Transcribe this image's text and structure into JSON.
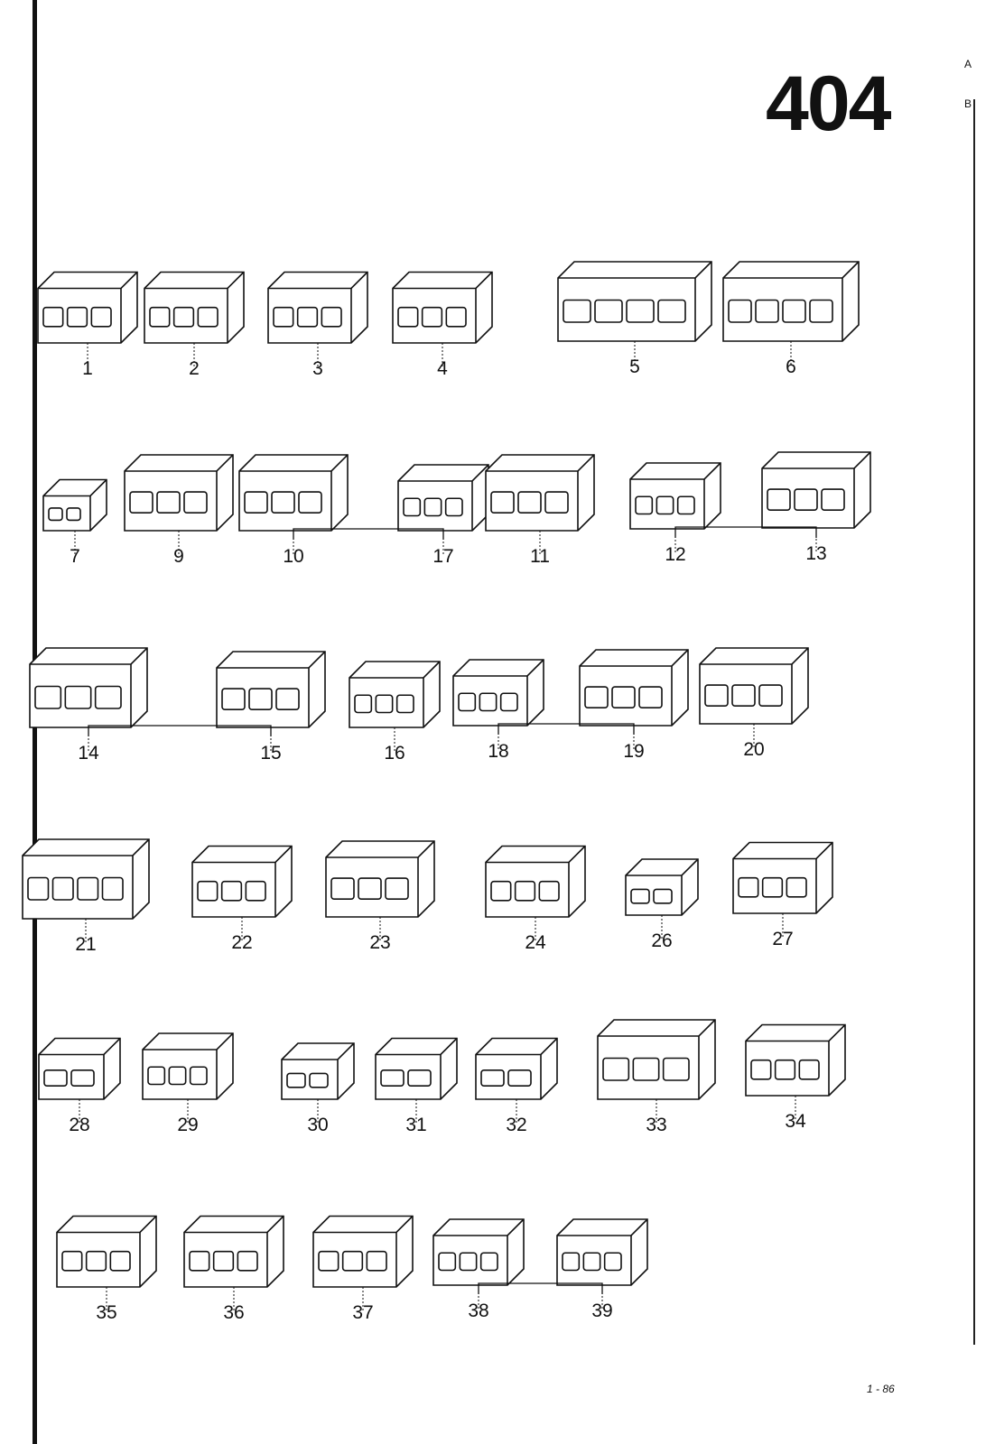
{
  "page_number": "404",
  "margin_markers": [
    "A",
    "B"
  ],
  "footer_code": "1 - 86",
  "parts": [
    "1",
    "2",
    "3",
    "4",
    "5",
    "6",
    "7",
    "9",
    "10",
    "17",
    "11",
    "12",
    "13",
    "14",
    "15",
    "16",
    "18",
    "19",
    "20",
    "21",
    "22",
    "23",
    "24",
    "26",
    "27",
    "28",
    "29",
    "30",
    "31",
    "32",
    "33",
    "34",
    "35",
    "36",
    "37",
    "38",
    "39"
  ]
}
